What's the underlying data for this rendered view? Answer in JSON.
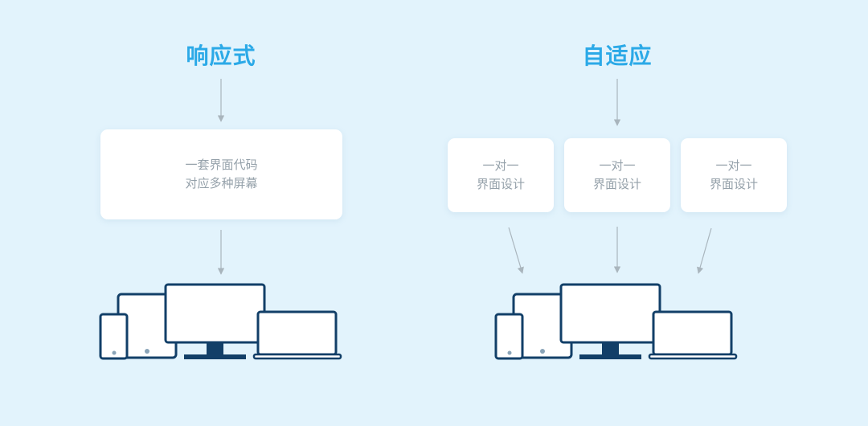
{
  "colors": {
    "background": "#e2f3fc",
    "title": "#2ba9e7",
    "card_text": "#95a1aa",
    "arrow": "#a9b5bd",
    "device": "#123f68"
  },
  "left_panel": {
    "title": "响应式",
    "card": {
      "line1": "一套界面代码",
      "line2": "对应多种屏幕"
    }
  },
  "right_panel": {
    "title": "自适应",
    "cards": [
      {
        "line1": "一对一",
        "line2": "界面设计"
      },
      {
        "line1": "一对一",
        "line2": "界面设计"
      },
      {
        "line1": "一对一",
        "line2": "界面设计"
      }
    ]
  },
  "icons": {
    "arrow": "arrow-down-icon",
    "devices": "multi-device-icon"
  }
}
